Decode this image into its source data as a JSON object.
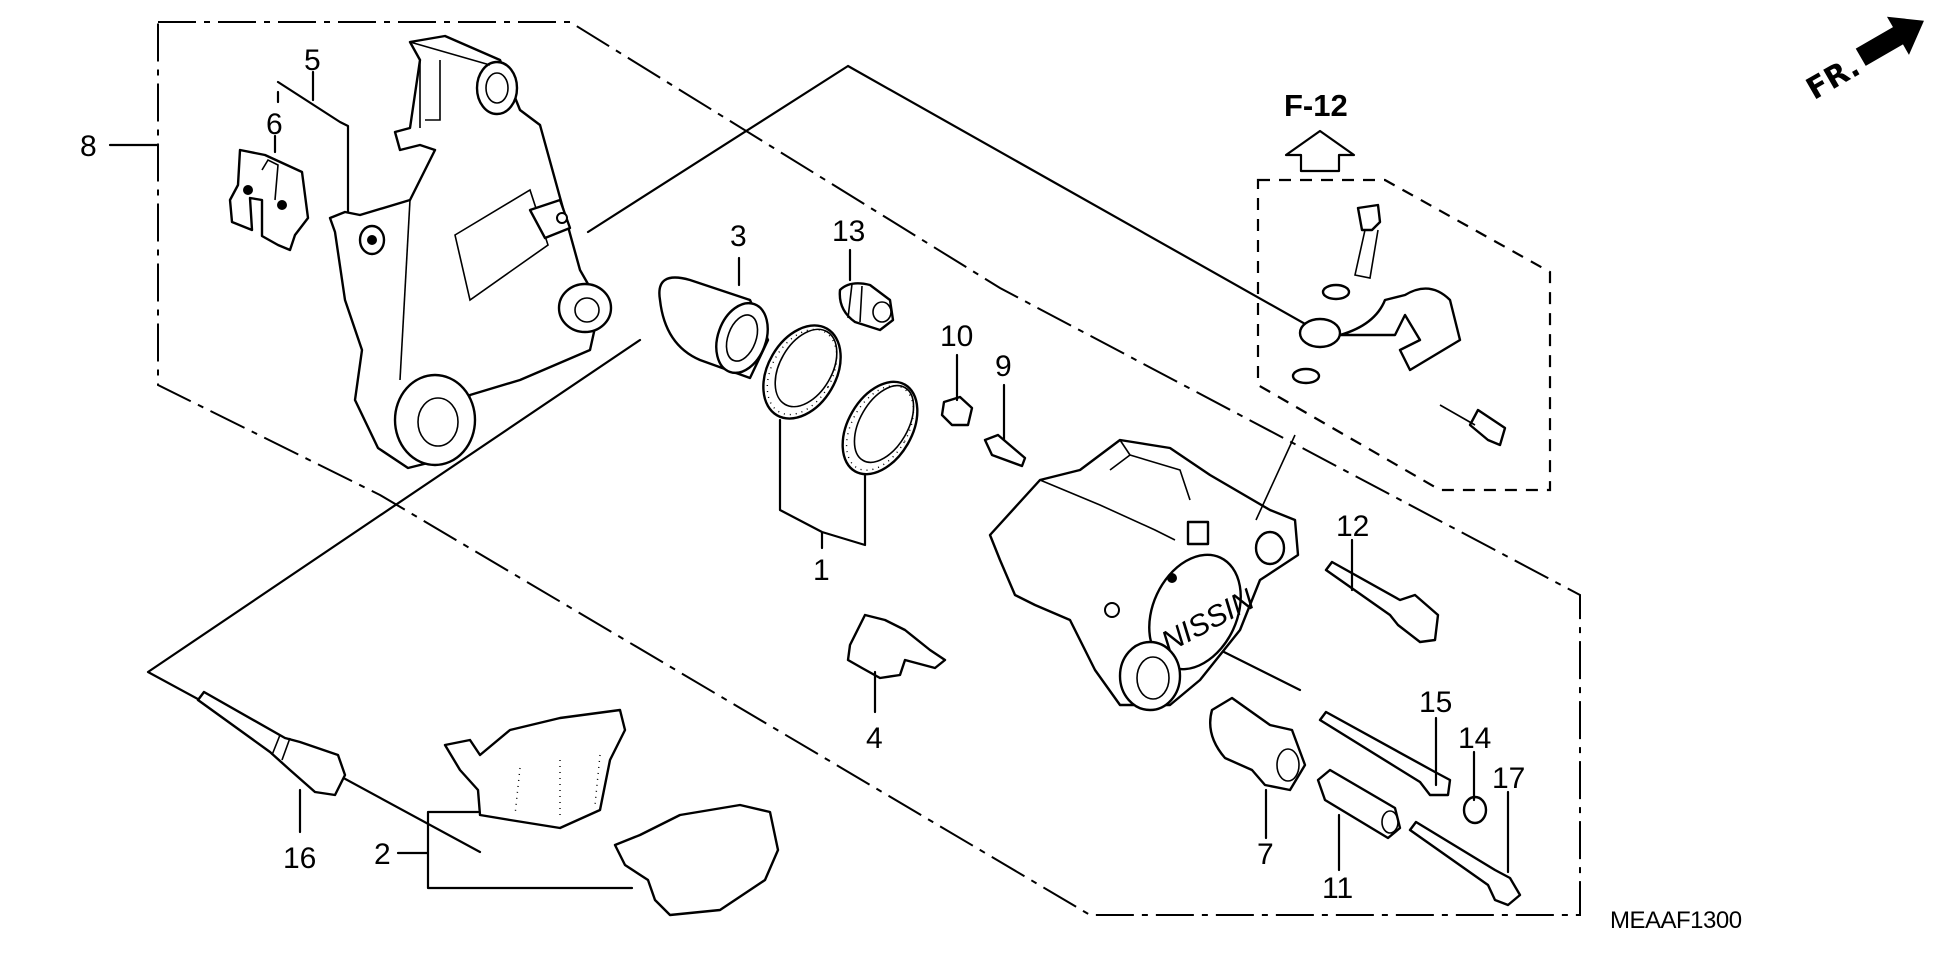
{
  "diagram": {
    "title_code": "MEAAF1300",
    "reference": "F-12",
    "direction_label": "FR.",
    "brand_mark": "NISSIN",
    "callouts": [
      {
        "id": "c1",
        "label": "1",
        "part": "piston-seal-set"
      },
      {
        "id": "c2",
        "label": "2",
        "part": "brake-pad-set"
      },
      {
        "id": "c3",
        "label": "3",
        "part": "piston"
      },
      {
        "id": "c4",
        "label": "4",
        "part": "pad-spring"
      },
      {
        "id": "c5",
        "label": "5",
        "part": "retainer-set"
      },
      {
        "id": "c6",
        "label": "6",
        "part": "pad-retainer"
      },
      {
        "id": "c7",
        "label": "7",
        "part": "pin-boot"
      },
      {
        "id": "c8",
        "label": "8",
        "part": "caliper-bracket"
      },
      {
        "id": "c9",
        "label": "9",
        "part": "bleed-screw"
      },
      {
        "id": "c10",
        "label": "10",
        "part": "bleeder-cap"
      },
      {
        "id": "c11",
        "label": "11",
        "part": "bracket-bushing"
      },
      {
        "id": "c12",
        "label": "12",
        "part": "pad-pin"
      },
      {
        "id": "c13",
        "label": "13",
        "part": "boot"
      },
      {
        "id": "c14",
        "label": "14",
        "part": "pad-pin-plug"
      },
      {
        "id": "c15",
        "label": "15",
        "part": "slide-pin"
      },
      {
        "id": "c16",
        "label": "16",
        "part": "pin-bolt"
      },
      {
        "id": "c17",
        "label": "17",
        "part": "flange-bolt"
      }
    ]
  }
}
